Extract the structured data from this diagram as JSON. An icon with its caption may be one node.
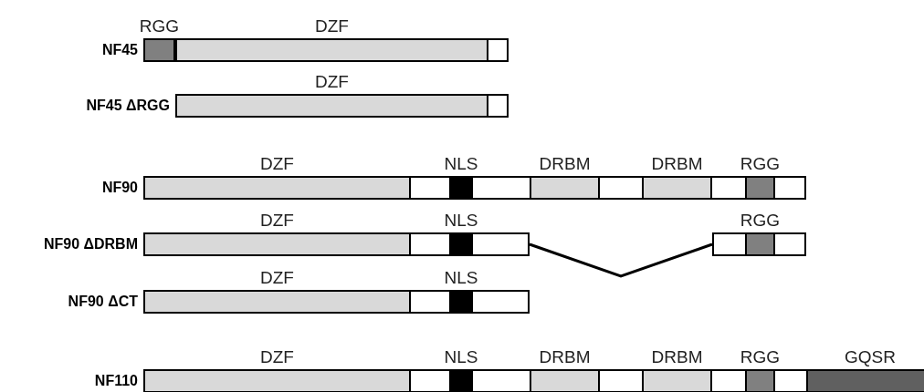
{
  "diagram": {
    "nodes": [
      {
        "text": [
          "NF45"
        ]
      },
      {
        "text": [
          "RGG"
        ],
        "in": 0
      },
      {
        "text": [
          "DZF"
        ],
        "in": 0
      },
      {
        "text": [
          "NF45 ΔRGG"
        ]
      },
      {
        "text": [
          "DZF"
        ],
        "in": 3
      },
      {
        "text": [
          "NF90"
        ]
      },
      {
        "text": [
          "DZF"
        ],
        "in": 5
      },
      {
        "text": [
          "NLS"
        ],
        "in": 5
      },
      {
        "text": [
          "DRBM"
        ],
        "in": 5
      },
      {
        "text": [
          "DRBM"
        ],
        "in": 5
      },
      {
        "text": [
          "RGG"
        ],
        "in": 5
      },
      {
        "text": [
          "NF90 ΔDRBM"
        ]
      },
      {
        "text": [
          "DZF"
        ],
        "in": 11
      },
      {
        "text": [
          "NLS"
        ],
        "in": 11
      },
      {
        "text": [],
        "shape": "bar"
      },
      {
        "text": [
          "RGG"
        ],
        "in": 14
      },
      {
        "text": [
          "NF90 ΔCT"
        ]
      },
      {
        "text": [
          "DZF"
        ],
        "in": 16
      },
      {
        "text": [
          "NLS"
        ],
        "in": 16
      },
      {
        "text": [
          "NF110"
        ]
      },
      {
        "text": [
          "DZF"
        ],
        "in": 19
      },
      {
        "text": [
          "NLS"
        ],
        "in": 19
      },
      {
        "text": [
          "DRBM"
        ],
        "in": 19
      },
      {
        "text": [
          "DRBM"
        ],
        "in": 19
      },
      {
        "text": [
          "RGG"
        ],
        "in": 19
      },
      {
        "text": [
          "GQSR"
        ],
        "in": 19
      }
    ],
    "edges": [
      {
        "from": 11,
        "to": 14,
        "arrow": "none"
      }
    ]
  }
}
